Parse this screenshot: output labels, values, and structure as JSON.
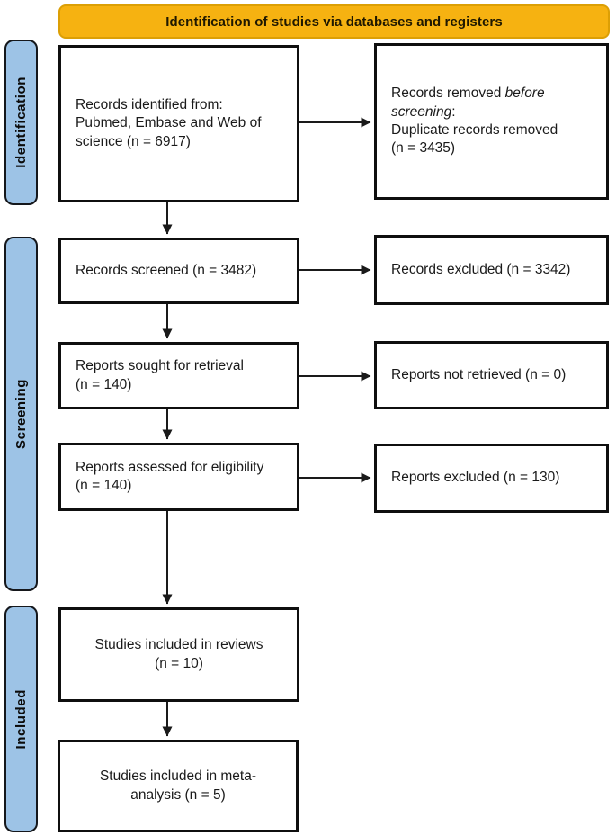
{
  "banner": {
    "title": "Identification of studies via databases and registers"
  },
  "stages": {
    "identification": "Identification",
    "screening": "Screening",
    "included": "Included"
  },
  "boxes": {
    "identified": {
      "text": "Records identified from:\nPubmed, Embase and Web of\nscience (n = 6917)"
    },
    "removed": {
      "l1_roman": "Records removed ",
      "l1_italic": "before",
      "l2_italic": "screening",
      "l2_suffix": ":",
      "l3": "Duplicate records removed",
      "l4": "(n = 3435)"
    },
    "screened": {
      "text": "Records screened (n = 3482)"
    },
    "excluded": {
      "text": "Records excluded (n = 3342)"
    },
    "sought": {
      "text": "Reports sought for retrieval\n(n = 140)"
    },
    "not_retrieved": {
      "text": "Reports not retrieved (n = 0)"
    },
    "assessed": {
      "text": "Reports assessed for eligibility\n(n = 140)"
    },
    "reports_excluded": {
      "text": "Reports excluded (n = 130)"
    },
    "included_reviews": {
      "text": "Studies included in reviews\n(n = 10)"
    },
    "included_meta": {
      "text": "Studies included in meta-\nanalysis (n = 5)"
    }
  },
  "colors": {
    "banner_fill": "#F6B211",
    "banner_border": "#DC9F05",
    "banner_text": "#1F1800",
    "stage_fill": "#9DC3E6",
    "stage_border": "#15171B",
    "box_border": "#0F0F0F",
    "text": "#1A1A1A",
    "arrow": "#1A1A1A"
  }
}
